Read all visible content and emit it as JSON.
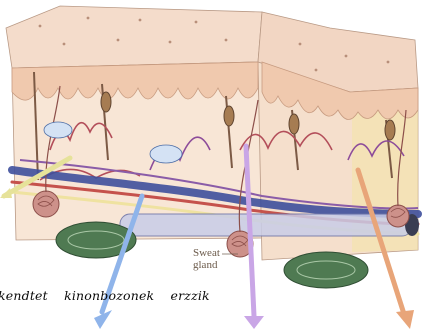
{
  "labels": {
    "sweat_gland_line1": "Sweat",
    "sweat_gland_line2": "gland"
  },
  "annotation": {
    "words": [
      "kendtet",
      "kinonbozonek",
      "erzzik"
    ]
  },
  "colors": {
    "skin_surface": "#f3d9c4",
    "epidermis": "#f2cdb3",
    "dermis": "#f6e3d2",
    "vein": "#3e4f9c",
    "artery": "#c5524c",
    "nerve": "#f1e8a8",
    "gland_coil": "#c98a85",
    "fat_lobule": "#4f7a52",
    "arrow_yellow": "#e6e29a",
    "arrow_blue": "#8fb4ea",
    "arrow_purple": "#c9a6e6",
    "arrow_orange": "#e8a579"
  }
}
